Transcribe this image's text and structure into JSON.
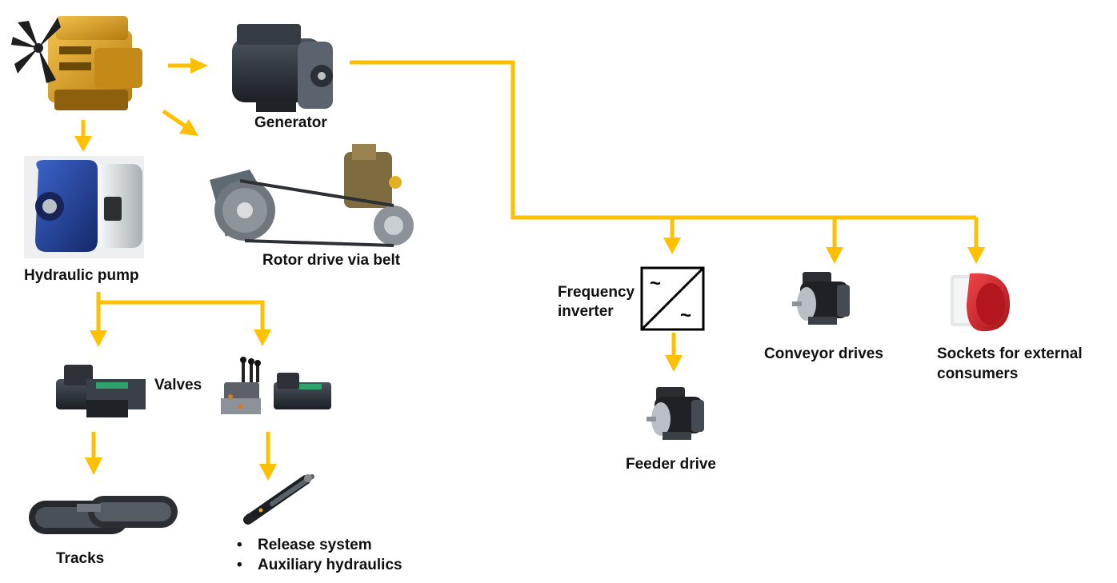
{
  "colors": {
    "connector": "#FFC000",
    "engine_body": "#E0A41C",
    "steel": "#2A2F36",
    "pump_blue": "#1F3E9A",
    "motor_grey": "#9AA3AA",
    "socket_red": "#D41F26"
  },
  "labels": {
    "generator": "Generator",
    "rotor_drive": "Rotor drive via belt",
    "hydraulic_pump": "Hydraulic pump",
    "valves": "Valves",
    "tracks": "Tracks",
    "frequency_inverter": [
      "Frequency",
      "inverter"
    ],
    "feeder_drive": "Feeder drive",
    "conveyor_drives": "Conveyor drives",
    "sockets": [
      "Sockets for external",
      "consumers"
    ],
    "hydraulic_consumers": [
      "Release system",
      "Auxiliary hydraulics"
    ]
  },
  "inverter_symbols": [
    "~",
    "~"
  ],
  "bullet_glyph": "•",
  "icons": [
    "diesel-engine-icon",
    "generator-icon",
    "belt-drive-icon",
    "hydraulic-pump-icon",
    "solenoid-valve-icon",
    "valve-bank-icon",
    "track-undercarriage-icon",
    "hydraulic-cylinder-icon",
    "frequency-inverter-icon",
    "electric-motor-icon",
    "power-socket-icon"
  ]
}
